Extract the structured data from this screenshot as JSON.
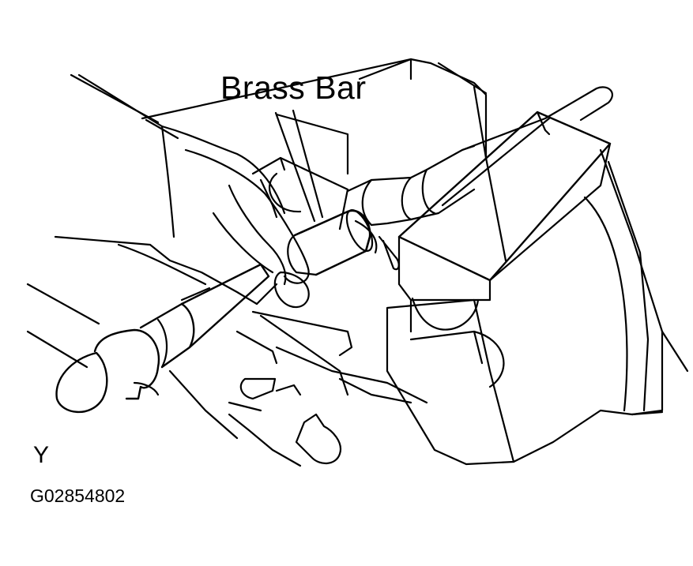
{
  "diagram": {
    "callout_label": "Brass Bar",
    "view_mark": "Y",
    "figure_code": "G02854802",
    "colors": {
      "line": "#000000",
      "background": "#ffffff"
    }
  }
}
